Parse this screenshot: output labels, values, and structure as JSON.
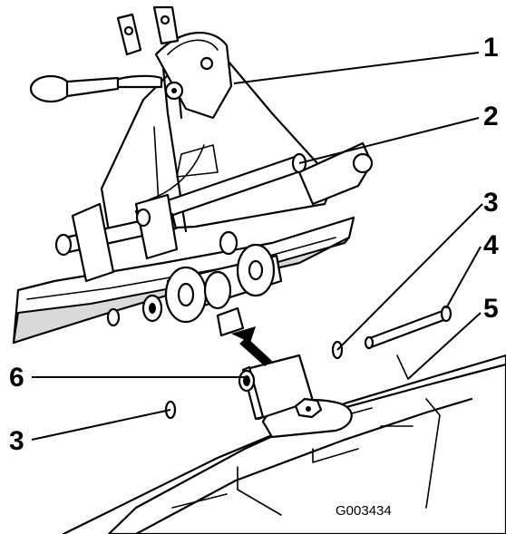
{
  "callouts": [
    {
      "id": "1",
      "label": "1"
    },
    {
      "id": "2",
      "label": "2"
    },
    {
      "id": "3a",
      "label": "3"
    },
    {
      "id": "4",
      "label": "4"
    },
    {
      "id": "5",
      "label": "5"
    },
    {
      "id": "6",
      "label": "6"
    },
    {
      "id": "3b",
      "label": "3"
    }
  ],
  "figure_code": "G003434"
}
